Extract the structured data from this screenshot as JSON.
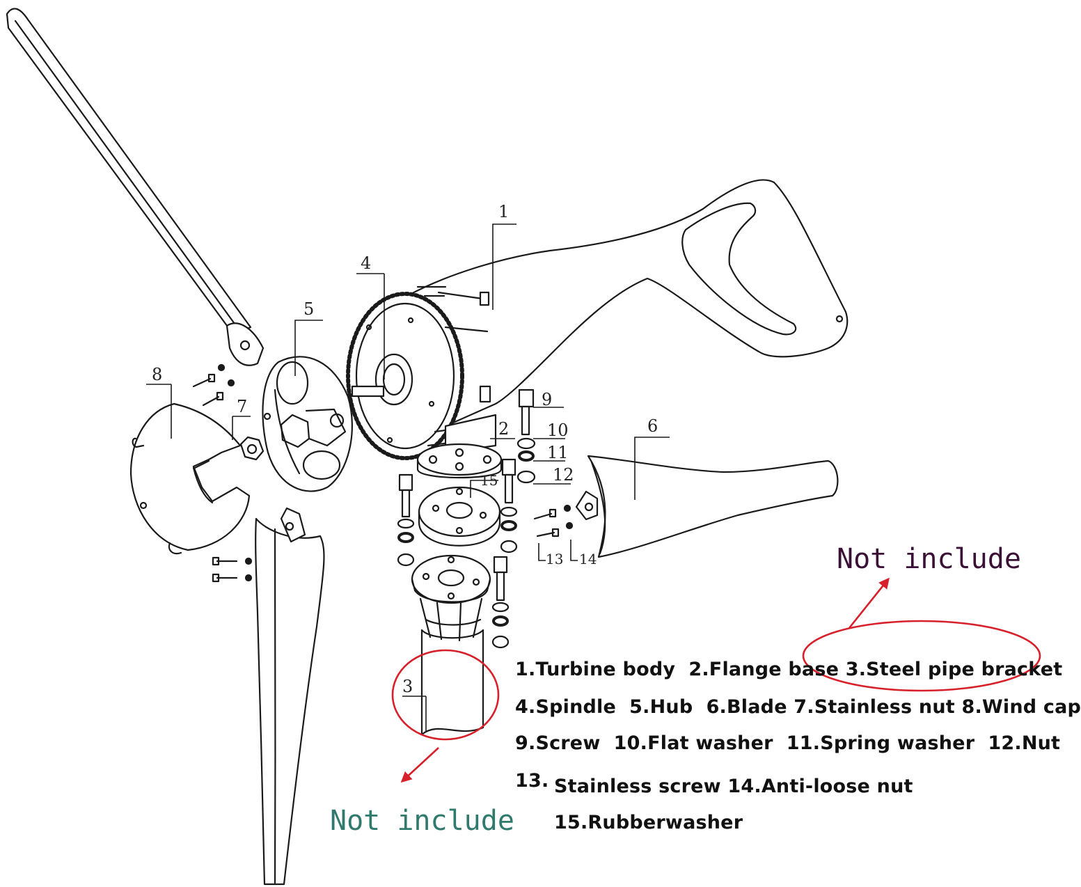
{
  "callouts": {
    "c1": "1",
    "c2": "2",
    "c3": "3",
    "c4": "4",
    "c5": "5",
    "c6": "6",
    "c7": "7",
    "c8": "8",
    "c9": "9",
    "c10": "10",
    "c11": "11",
    "c12": "12",
    "c13": "13",
    "c14": "14",
    "c15": "15"
  },
  "legend": {
    "line1": "1.Turbine body  2.Flange base 3.Steel pipe bracket",
    "line2": "4.Spindle  5.Hub  6.Blade 7.Stainless nut 8.Wind cap",
    "line3": "9.Screw  10.Flat washer  11.Spring washer  12.Nut",
    "line4a": "13.",
    "line4b": "Stainless screw 14.Anti-loose nut",
    "line5": "15.Rubberwasher"
  },
  "notes": {
    "not_include_top": "Not include",
    "not_include_bottom": "Not include"
  },
  "colors": {
    "annotation_red": "#d8202a",
    "note_purple": "#3a1036",
    "note_teal": "#2f7a6c",
    "line": "#1a1a1a"
  }
}
